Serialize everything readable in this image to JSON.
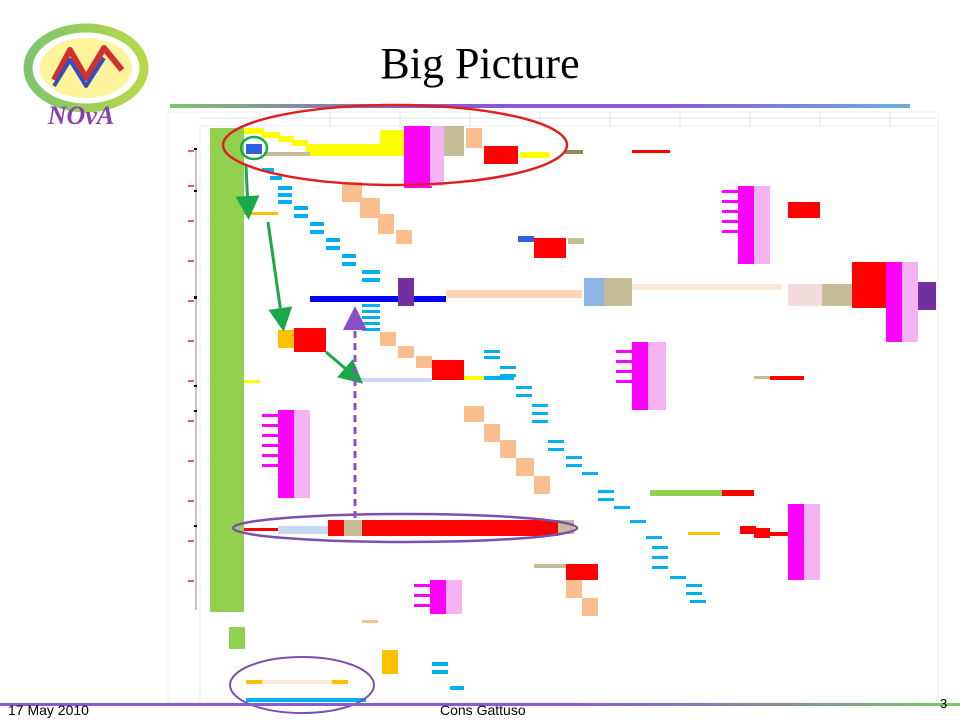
{
  "slide": {
    "title": "Big Picture",
    "date": "17 May 2010",
    "author": "Cons Gattuso",
    "page_number": "3",
    "logo_text": "NOvA"
  },
  "colors": {
    "task_green": "#92d050",
    "task_yellow": "#ffff00",
    "task_magenta": "#ff00ff",
    "task_red": "#ff0000",
    "task_cyan": "#00b0f0",
    "task_peach": "#fabf8f",
    "task_blue": "#0000ff",
    "task_purple": "#7030a0",
    "task_tan": "#c4bd97",
    "highlight_red": "#e02020",
    "highlight_purple": "#7b4fb0",
    "arrow_green": "#1aa84a",
    "arrow_dashed": "#8a4fc8"
  }
}
